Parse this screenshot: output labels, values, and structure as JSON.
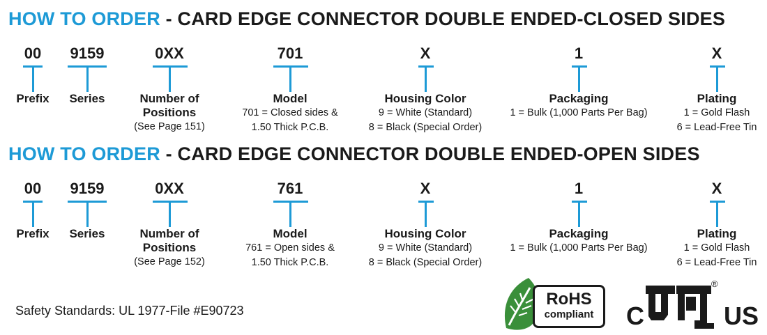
{
  "colors": {
    "accent": "#1d9ad6",
    "text": "#1a1a1a"
  },
  "sections": [
    {
      "title_accent": "HOW TO ORDER",
      "title_rest": " - CARD EDGE CONNECTOR DOUBLE ENDED-CLOSED SIDES",
      "fields": [
        {
          "code": "00",
          "label": "Prefix",
          "label2": "",
          "desc": []
        },
        {
          "code": "9159",
          "label": "Series",
          "label2": "",
          "desc": []
        },
        {
          "code": "0XX",
          "label": "Number of",
          "label2": "Positions",
          "desc": [
            "(See Page 151)"
          ]
        },
        {
          "code": "701",
          "label": "Model",
          "label2": "",
          "desc": [
            "701 = Closed sides &",
            "1.50 Thick P.C.B."
          ]
        },
        {
          "code": "X",
          "label": "Housing Color",
          "label2": "",
          "desc": [
            "9 = White (Standard)",
            "8 = Black (Special Order)"
          ]
        },
        {
          "code": "1",
          "label": "Packaging",
          "label2": "",
          "desc": [
            "1 = Bulk (1,000 Parts Per Bag)"
          ]
        },
        {
          "code": "X",
          "label": "Plating",
          "label2": "",
          "desc": [
            "1 = Gold Flash",
            "6 = Lead-Free Tin"
          ]
        }
      ]
    },
    {
      "title_accent": "HOW TO ORDER",
      "title_rest": " - CARD EDGE CONNECTOR DOUBLE ENDED-OPEN SIDES",
      "fields": [
        {
          "code": "00",
          "label": "Prefix",
          "label2": "",
          "desc": []
        },
        {
          "code": "9159",
          "label": "Series",
          "label2": "",
          "desc": []
        },
        {
          "code": "0XX",
          "label": "Number of",
          "label2": "Positions",
          "desc": [
            "(See Page 152)"
          ]
        },
        {
          "code": "761",
          "label": "Model",
          "label2": "",
          "desc": [
            "761 = Open sides &",
            "1.50 Thick P.C.B."
          ]
        },
        {
          "code": "X",
          "label": "Housing Color",
          "label2": "",
          "desc": [
            "9 = White (Standard)",
            "8 = Black (Special Order)"
          ]
        },
        {
          "code": "1",
          "label": "Packaging",
          "label2": "",
          "desc": [
            "1 = Bulk (1,000 Parts Per Bag)"
          ]
        },
        {
          "code": "X",
          "label": "Plating",
          "label2": "",
          "desc": [
            "1 = Gold Flash",
            "6 = Lead-Free Tin"
          ]
        }
      ]
    }
  ],
  "footer": {
    "safety": "Safety Standards: UL 1977-File #E90723",
    "rohs_word": "RoHS",
    "rohs_sub": "compliant",
    "rohs_icon": "leaf-icon",
    "ul_icon": "ul-listed-mark-icon",
    "ul_left": "C",
    "ul_right": "US",
    "ul_reg": "®"
  }
}
